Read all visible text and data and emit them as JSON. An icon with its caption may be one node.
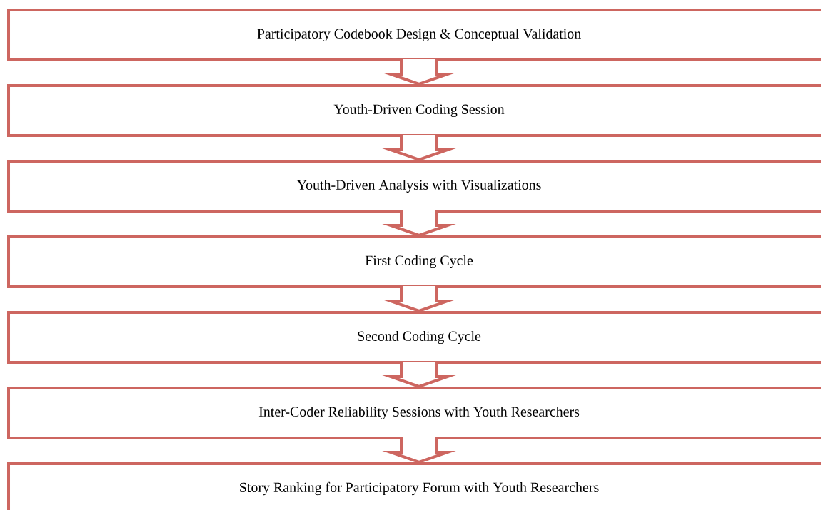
{
  "diagram": {
    "nodes": [
      {
        "text": [
          "Participatory Codebook Design & Conceptual Validation"
        ]
      },
      {
        "text": [
          "Youth-Driven Coding Session"
        ]
      },
      {
        "text": [
          "Youth-Driven Analysis with Visualizations"
        ]
      },
      {
        "text": [
          "First Coding Cycle"
        ]
      },
      {
        "text": [
          "Second Coding Cycle"
        ]
      },
      {
        "text": [
          "Inter-Coder Reliability Sessions with Youth Researchers"
        ]
      },
      {
        "text": [
          "Story Ranking for Participatory Forum with Youth Researchers"
        ]
      }
    ],
    "edges": [
      {
        "from": 0,
        "to": 1,
        "arrow": "to"
      },
      {
        "from": 1,
        "to": 2,
        "arrow": "to"
      },
      {
        "from": 2,
        "to": 3,
        "arrow": "to"
      },
      {
        "from": 3,
        "to": 4,
        "arrow": "to"
      },
      {
        "from": 4,
        "to": 5,
        "arrow": "to"
      },
      {
        "from": 5,
        "to": 6,
        "arrow": "to"
      }
    ]
  }
}
